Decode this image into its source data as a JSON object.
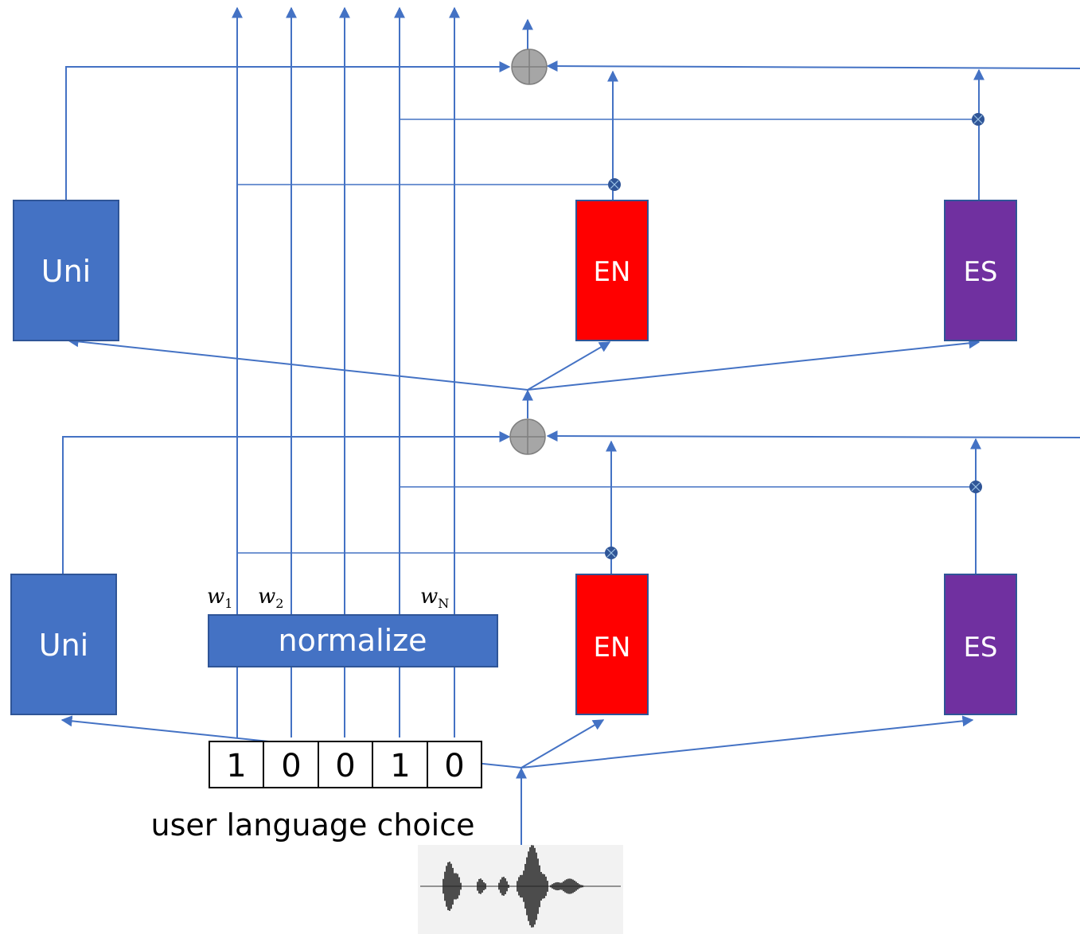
{
  "colors": {
    "line": "#4472C4",
    "uni_box": "#4472C4",
    "en_box": "#FF0000",
    "es_box": "#7030A0",
    "adder": "#A6A6A6",
    "multiplier": "#2F5597"
  },
  "layers": [
    {
      "uni_label": "Uni",
      "en_label": "EN",
      "es_label": "ES"
    },
    {
      "uni_label": "Uni",
      "en_label": "EN",
      "es_label": "ES"
    }
  ],
  "weights": {
    "w1": "w",
    "w1_sub": "1",
    "w2": "w",
    "w2_sub": "2",
    "wN": "w",
    "wN_sub": "N"
  },
  "normalize_label": "normalize",
  "language_vector": [
    "1",
    "0",
    "0",
    "1",
    "0"
  ],
  "caption": "user language choice",
  "icons": {
    "adder": "circle-plus-icon",
    "multiplier": "circle-times-icon",
    "waveform": "audio-waveform-icon"
  }
}
